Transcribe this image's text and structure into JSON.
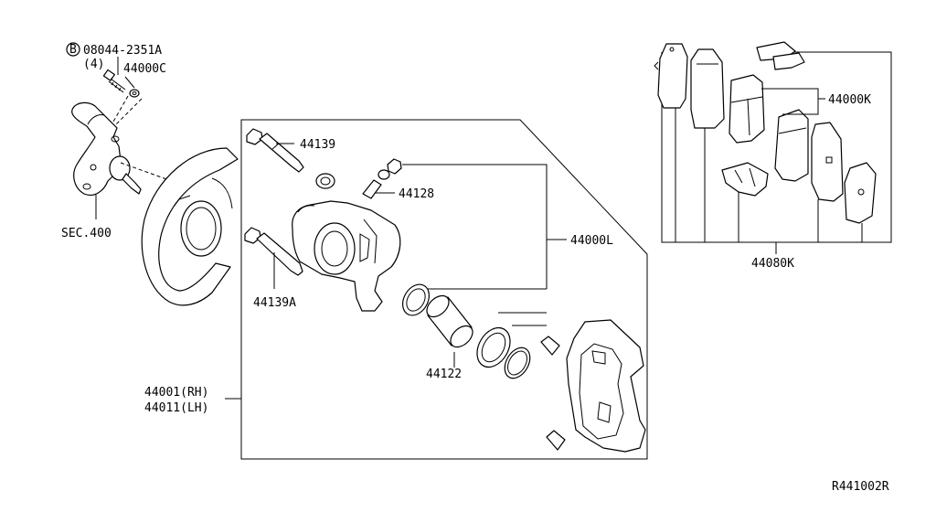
{
  "labels": {
    "bolt_code": "08044-2351A",
    "bolt_qty": "(4)",
    "circle_b": "B",
    "washer": "44000C",
    "knuckle": "SEC.400",
    "pin_upper": "44139",
    "bleeder": "44128",
    "caliper_kit": "44000L",
    "pin_lower": "44139A",
    "piston_seal": "44122",
    "caliper_rh": "44001(RH)",
    "caliper_lh": "44011(LH)",
    "pad_kit": "44000K",
    "pad_hardware": "44080K",
    "ref": "R441002R"
  }
}
